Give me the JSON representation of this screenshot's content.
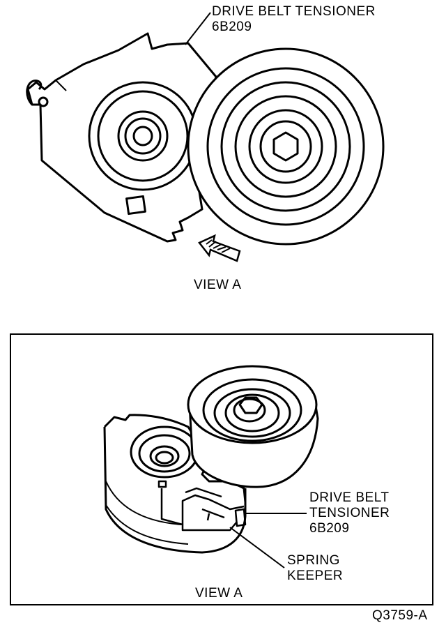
{
  "top": {
    "callout_line1": "DRIVE BELT TENSIONER",
    "callout_line2": "6B209",
    "view_label": "VIEW A"
  },
  "bottom": {
    "tensioner_line1": "DRIVE BELT",
    "tensioner_line2": "TENSIONER",
    "tensioner_line3": "6B209",
    "spring_line1": "SPRING",
    "spring_line2": "KEEPER",
    "view_label": "VIEW A"
  },
  "figure_id": "Q3759-A"
}
